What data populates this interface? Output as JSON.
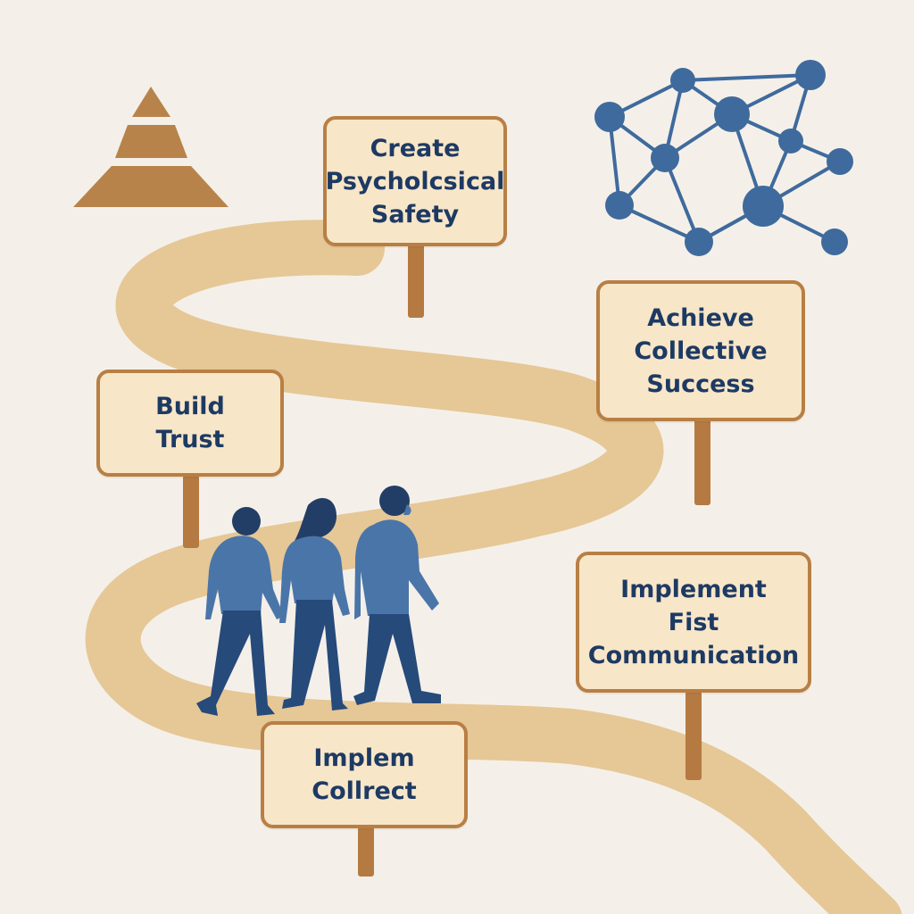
{
  "colors": {
    "background": "#f4f0e9",
    "path": "#e6c796",
    "sign_fill": "#f8e6c8",
    "sign_border": "#b87f44",
    "sign_text": "#1d3a63",
    "post": "#b47a42",
    "pyramid": "#b8834a",
    "network": "#3f6a9d",
    "people_shirt": "#4a75a8",
    "people_pants": "#264a7a",
    "people_hair": "#233e66"
  },
  "icons": {
    "pyramid": "pyramid-icon",
    "network": "network-graph-icon",
    "people": "walking-people-illustration"
  },
  "signs": [
    {
      "id": "create-psychological-safety",
      "text": "Create\nPsycholcsical\nSafety"
    },
    {
      "id": "achieve-collective-success",
      "text": "Achieve\nCollective\nSuccess"
    },
    {
      "id": "build-trust",
      "text": "Build\nTrust"
    },
    {
      "id": "implement-fist-communication",
      "text": "Implement\nFist\nCommunication"
    },
    {
      "id": "implem-collrect",
      "text": "Implem\nCollrect"
    }
  ]
}
